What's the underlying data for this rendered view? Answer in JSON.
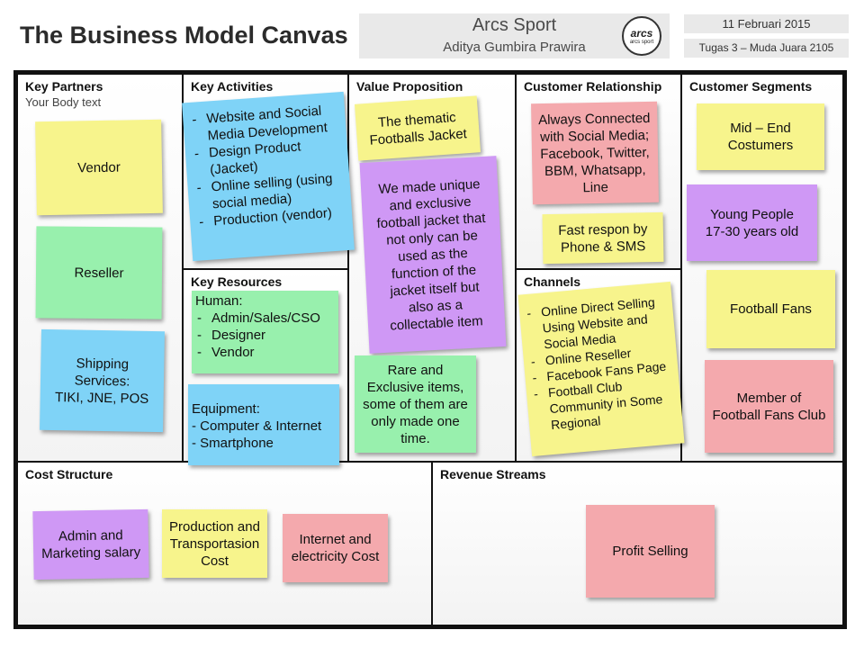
{
  "header": {
    "title": "The Business Model Canvas",
    "company": "Arcs Sport",
    "author": "Aditya Gumbira Prawira",
    "date": "11 Februari 2015",
    "task": "Tugas 3 – Muda Juara 2105",
    "logo_text": "arcs",
    "logo_sub": "arcs sport"
  },
  "sections": {
    "key_partners": {
      "title": "Key Partners",
      "subtitle": "Your Body text"
    },
    "key_activities": {
      "title": "Key Activities"
    },
    "key_resources": {
      "title": "Key Resources"
    },
    "value_proposition": {
      "title": "Value Proposition"
    },
    "customer_relationship": {
      "title": "Customer Relationship"
    },
    "channels": {
      "title": "Channels"
    },
    "customer_segments": {
      "title": "Customer Segments"
    },
    "cost_structure": {
      "title": "Cost Structure"
    },
    "revenue_streams": {
      "title": "Revenue Streams"
    }
  },
  "notes": {
    "vendor": "Vendor",
    "reseller": "Reseller",
    "shipping": "Shipping\nServices:\nTIKI,  JNE, POS",
    "activities": [
      "Website and Social Media Development",
      "Design Product (Jacket)",
      "Online selling (using social media)",
      "Production (vendor)"
    ],
    "human_label": "Human:",
    "human_items": [
      "Admin/Sales/CSO",
      "Designer",
      "Vendor"
    ],
    "equipment": "Equipment:\n- Computer & Internet\n- Smartphone",
    "thematic": "The thematic\nFootballs Jacket",
    "unique": "We made unique\nand exclusive\nfootball jacket that\nnot only can be\nused as the\nfunction of the\njacket itself but\nalso as a\ncollectable item",
    "rare": "Rare and\nExclusive items,\nsome of them are\nonly made one\ntime.",
    "always_connected": "Always Connected\nwith Social Media;\nFacebook, Twitter,\nBBM, Whatsapp,\nLine",
    "fast_respon": "Fast respon by\nPhone & SMS",
    "channels": [
      "Online Direct Selling Using Website and Social Media",
      "Online Reseller",
      "Facebook Fans Page",
      "Football Club Community in Some Regional"
    ],
    "mid_end": "Mid – End\nCostumers",
    "young_people": "Young People\n17-30 years old",
    "football_fans": "Football Fans",
    "member": "Member of\nFootball Fans Club",
    "admin_salary": "Admin and\nMarketing salary",
    "production_cost": "Production and\nTransportasion\nCost",
    "internet_cost": "Internet  and\nelectricity Cost",
    "profit": "Profit Selling"
  },
  "colors": {
    "yellow": "#f7f48c",
    "green": "#98f0ad",
    "blue": "#7fd3f7",
    "purple": "#cf98f5",
    "pink": "#f4a9ad"
  }
}
